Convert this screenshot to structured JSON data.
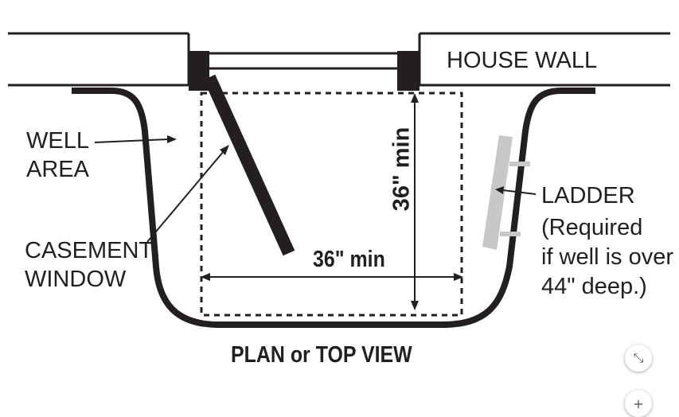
{
  "labels": {
    "house_wall": "HOUSE WALL",
    "well_area_line1": "WELL",
    "well_area_line2": "AREA",
    "casement_line1": "CASEMENT",
    "casement_line2": "WINDOW",
    "ladder_line1": "LADDER",
    "ladder_line2": "(Required",
    "ladder_line3": "if well is over",
    "ladder_line4": "44\" deep.)",
    "width_dimension": "36\" min",
    "height_dimension": "36\" min",
    "caption": "PLAN or TOP VIEW"
  },
  "controls": {
    "collapse_icon": "⤡",
    "zoom_in_icon": "+"
  },
  "colors": {
    "ink": "#231f20",
    "ladder": "#c8c8c8"
  }
}
